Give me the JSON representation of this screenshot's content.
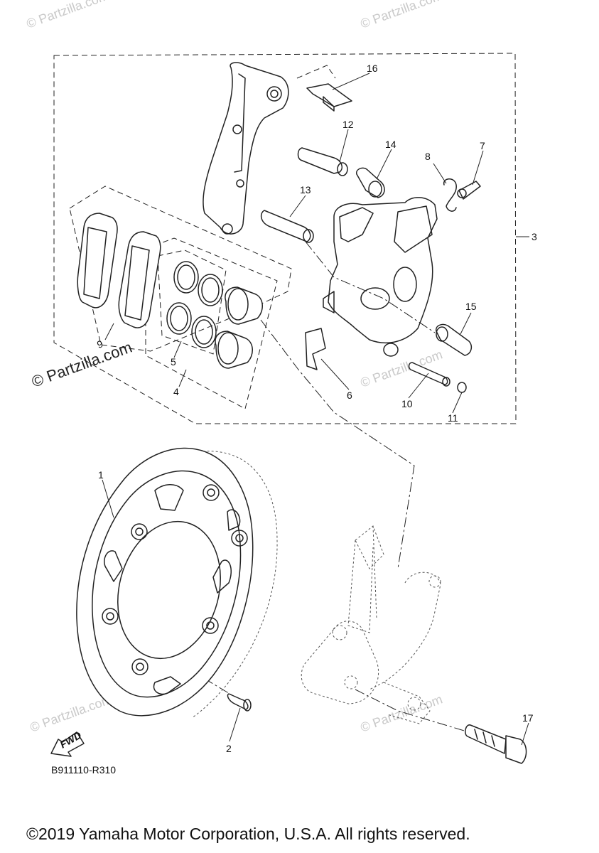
{
  "diagram": {
    "callouts": [
      "1",
      "2",
      "3",
      "4",
      "5",
      "6",
      "7",
      "8",
      "9",
      "10",
      "11",
      "12",
      "13",
      "14",
      "15",
      "16",
      "17"
    ],
    "diagram_code": "B911110-R310",
    "fwd_label": "FWD",
    "copyright": "©2019 Yamaha Motor Corporation, U.S.A. All rights reserved.",
    "watermarks": {
      "brand": "© Partzilla.com",
      "prominent": "© Partzilla.com"
    }
  }
}
